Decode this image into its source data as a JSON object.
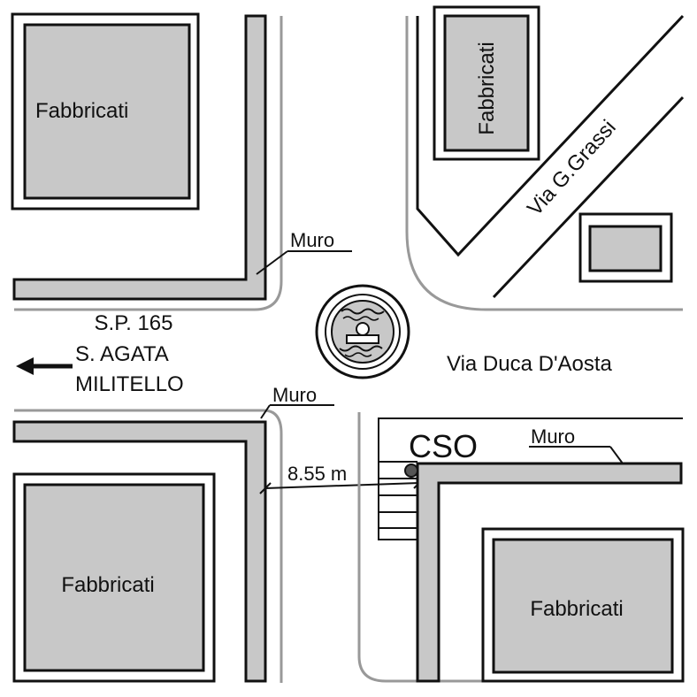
{
  "map": {
    "buildings": [
      "Fabbricati",
      "Fabbricati",
      "Fabbricati",
      "Fabbricati"
    ],
    "walls": [
      "Muro",
      "Muro",
      "Muro"
    ],
    "roads": {
      "provincial_road": "S.P. 165",
      "destination_line1": "S. AGATA",
      "destination_line2": "MILITELLO",
      "via_duca": "Via Duca D'Aosta",
      "via_grassi": "Via G.Grassi"
    },
    "station_label": "CSO",
    "distance_label": "8.55 m",
    "colors": {
      "fill": "#c8c8c8",
      "stroke": "#111111",
      "road_edge": "#999999",
      "background": "#ffffff"
    }
  }
}
